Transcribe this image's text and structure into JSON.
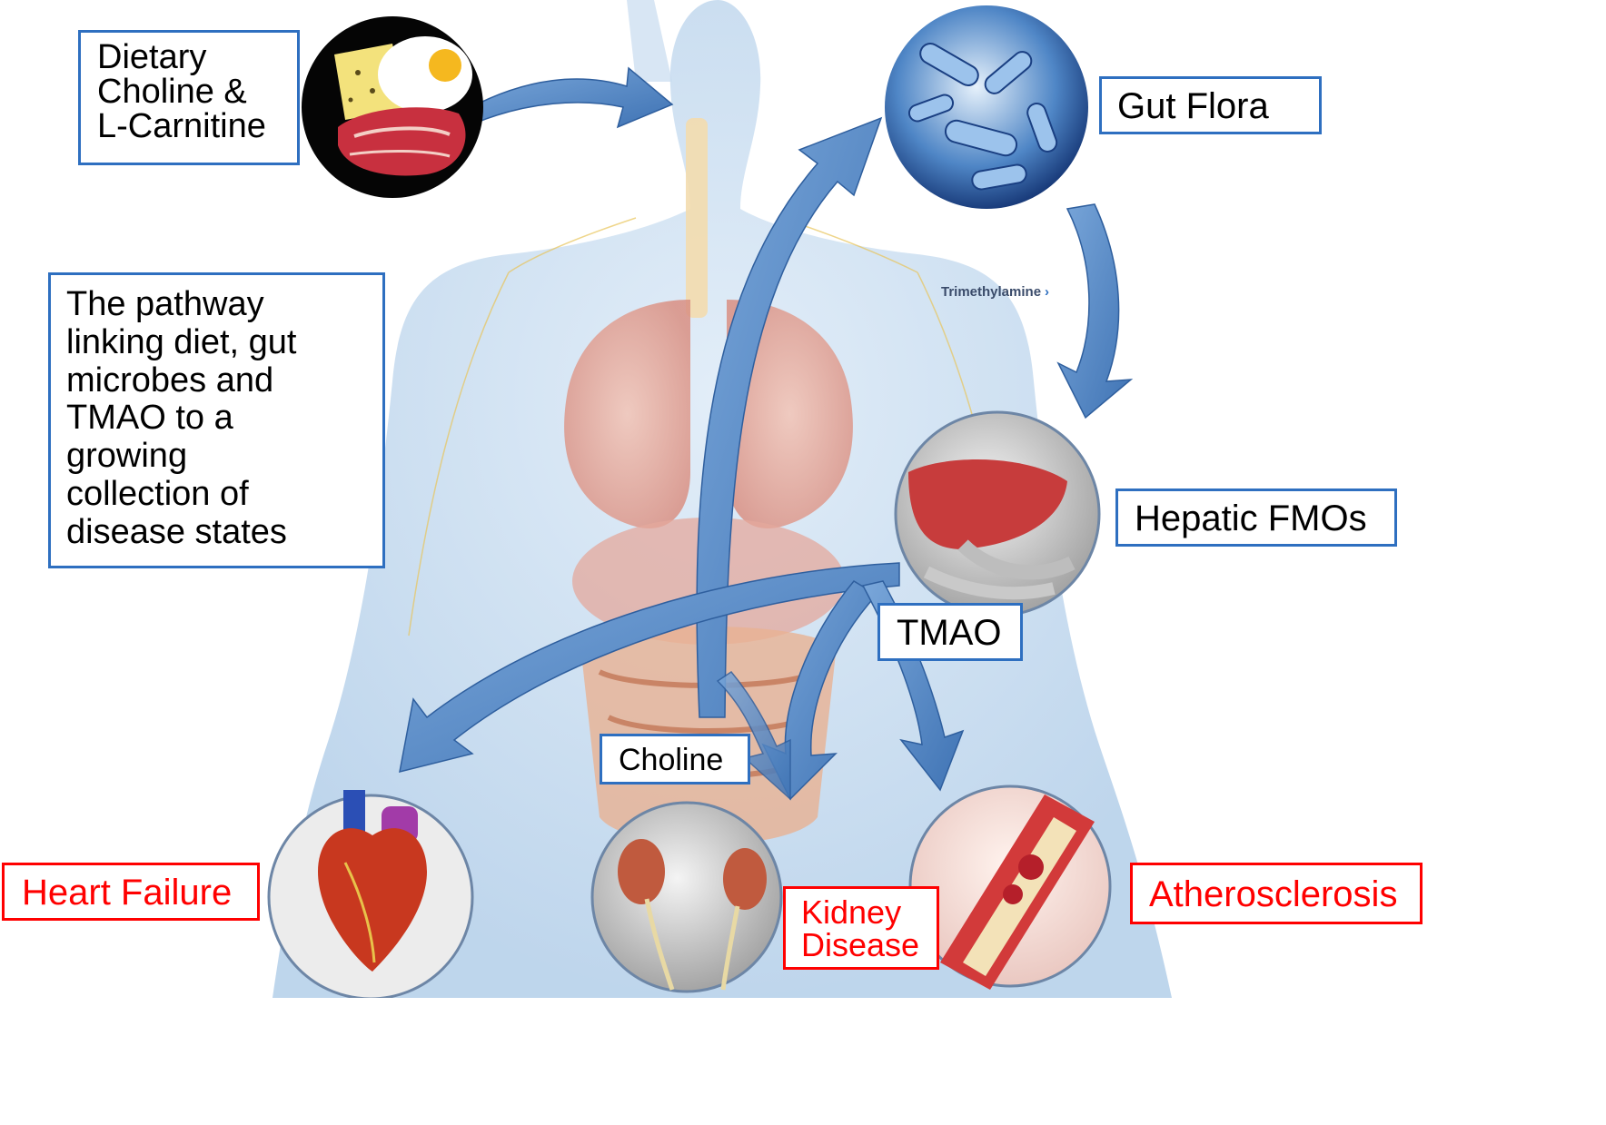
{
  "labels": {
    "diet": [
      "Dietary",
      "Choline &",
      "L-Carnitine"
    ],
    "gut_flora": "Gut Flora",
    "pathway_note": [
      "The pathway",
      "linking diet, gut",
      "microbes and",
      "TMAO to a",
      "growing",
      "collection of",
      "disease states"
    ],
    "trimethylamine": "Trimethylamine",
    "trimethylamine_chevron": "›",
    "hepatic": "Hepatic FMOs",
    "tmao": "TMAO",
    "choline": "Choline",
    "heart_failure": "Heart Failure",
    "kidney_disease": [
      "Kidney",
      "Disease"
    ],
    "atherosclerosis": "Atherosclerosis"
  },
  "colors": {
    "label_border_blue": "#2e6fc0",
    "disease_red": "#ff0000",
    "arrow_blue": "#4f86c6",
    "body_blue": "#bcd7ee"
  },
  "icons": {
    "food": "food-plate-icon",
    "bacteria": "bacteria-icon",
    "liver": "liver-icon",
    "heart": "heart-icon",
    "kidney": "kidney-icon",
    "artery": "artery-icon"
  }
}
